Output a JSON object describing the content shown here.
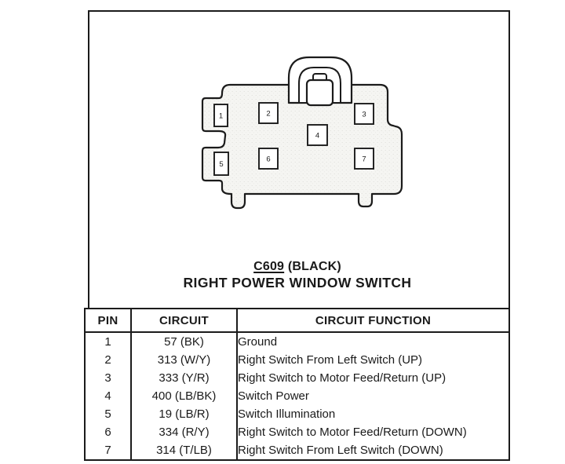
{
  "page": {
    "connector": {
      "id": "C609",
      "color": "(BLACK)",
      "name": "RIGHT POWER WINDOW SWITCH",
      "pin_labels": [
        "1",
        "2",
        "3",
        "4",
        "5",
        "6",
        "7"
      ]
    },
    "table": {
      "headers": [
        "PIN",
        "CIRCUIT",
        "CIRCUIT FUNCTION"
      ],
      "rows": [
        {
          "pin": "1",
          "circuit": "57 (BK)",
          "function": "Ground"
        },
        {
          "pin": "2",
          "circuit": "313 (W/Y)",
          "function": "Right Switch From Left Switch (UP)"
        },
        {
          "pin": "3",
          "circuit": "333 (Y/R)",
          "function": "Right Switch to Motor Feed/Return (UP)"
        },
        {
          "pin": "4",
          "circuit": "400 (LB/BK)",
          "function": "Switch Power"
        },
        {
          "pin": "5",
          "circuit": "19 (LB/R)",
          "function": "Switch Illumination"
        },
        {
          "pin": "6",
          "circuit": "334 (R/Y)",
          "function": "Right Switch to Motor Feed/Return (DOWN)"
        },
        {
          "pin": "7",
          "circuit": "314 (T/LB)",
          "function": "Right Switch From Left Switch (DOWN)"
        }
      ]
    },
    "colors": {
      "ink": "#1b1b1b",
      "paper": "#ffffff",
      "connector_body_fill": "#f5f5f2"
    }
  }
}
